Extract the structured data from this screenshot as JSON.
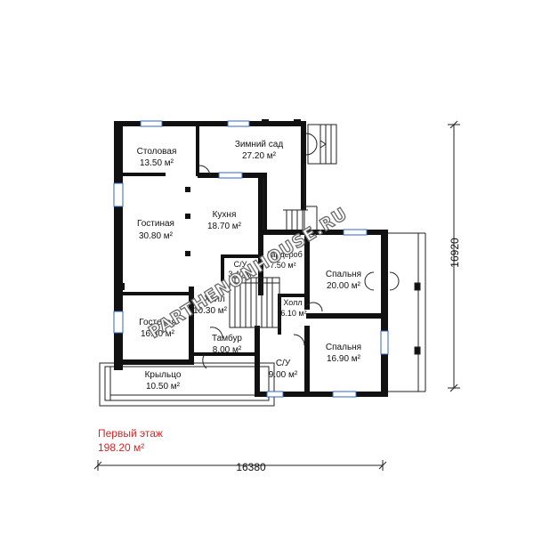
{
  "plan": {
    "floor_title": "Первый этаж",
    "floor_area": "198.20 м²",
    "dim_horizontal": "16380",
    "dim_vertical": "16920",
    "watermark": "PARTHENONHOUSE.RU"
  },
  "rooms": [
    {
      "key": "dining",
      "name": "Столовая",
      "area": "13.50 м²"
    },
    {
      "key": "winter-garden",
      "name": "Зимний сад",
      "area": "27.20 м²"
    },
    {
      "key": "kitchen",
      "name": "Кухня",
      "area": "18.70 м²"
    },
    {
      "key": "living",
      "name": "Гостиная",
      "area": "30.80 м²"
    },
    {
      "key": "wc-small",
      "name": "С/У",
      "area": "3.40 м²"
    },
    {
      "key": "wardrobe",
      "name": "Гардероб",
      "area": "7.50 м²"
    },
    {
      "key": "bedroom-1",
      "name": "Спальня",
      "area": "20.00 м²"
    },
    {
      "key": "hall-1",
      "name": "Холл",
      "area": "10.30 м²"
    },
    {
      "key": "hall-2",
      "name": "Холл",
      "area": "6.10 м²"
    },
    {
      "key": "guest",
      "name": "Гостевая",
      "area": "16.30 м²"
    },
    {
      "key": "vestibule",
      "name": "Тамбур",
      "area": "8.00 м²"
    },
    {
      "key": "bedroom-2",
      "name": "Спальня",
      "area": "16.90 м²"
    },
    {
      "key": "porch",
      "name": "Крыльцо",
      "area": "10.50 м²"
    },
    {
      "key": "wc",
      "name": "С/У",
      "area": "9.00 м²"
    }
  ]
}
